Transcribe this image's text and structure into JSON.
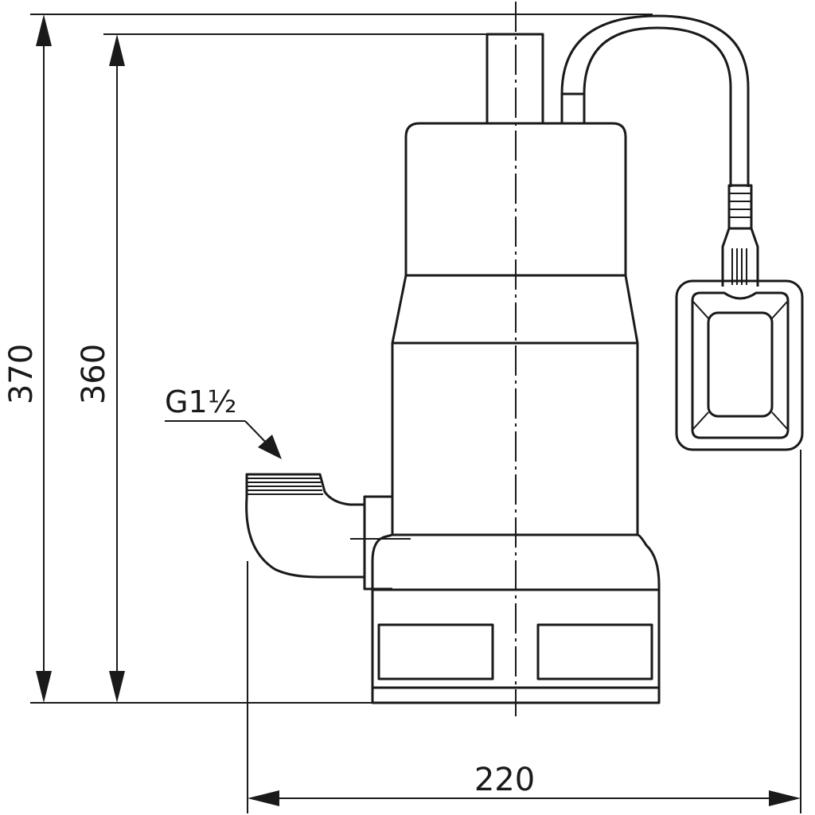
{
  "dimensions": {
    "total_height": "370",
    "body_height": "360",
    "width": "220"
  },
  "outlet_thread": "G1½"
}
